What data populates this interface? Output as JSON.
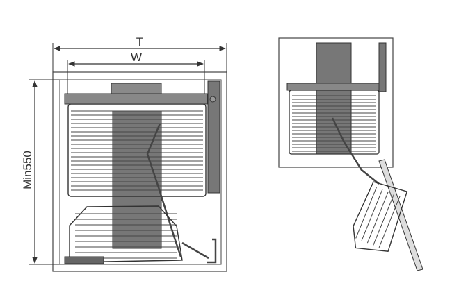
{
  "dimensions": {
    "total_width_label": "T",
    "inner_width_label": "W",
    "height_label": "Min550"
  },
  "colors": {
    "line": "#333333",
    "frame": "#555555",
    "column": "#6e6e6e",
    "rail": "#7a7a7a"
  }
}
